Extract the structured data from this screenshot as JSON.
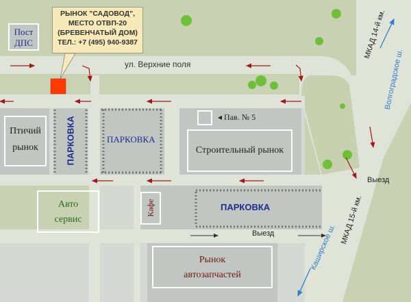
{
  "callout": {
    "line1": "РЫНОК \"САДОВОД\",",
    "line2": "МЕСТО ОТВП-20",
    "line3": "(БРЕВЕНЧАТЫЙ ДОМ)",
    "line4": "ТЕЛ.: +7 (495) 940-9387"
  },
  "labels": {
    "post_dps_1": "Пост",
    "post_dps_2": "ДПС",
    "street": "ул. Верхние поля",
    "ptichiy_1": "Птичий",
    "ptichiy_2": "рынок",
    "parking_vertical": "ПАРКОВКА",
    "parking_center": "ПАРКОВКА",
    "parking_bottom": "ПАРКОВКА",
    "pav5": "Пав. № 5",
    "stroy": "Строительный рынок",
    "auto_1": "Авто",
    "auto_2": "сервис",
    "cafe": "Кафе",
    "exit_bottom": "Выезд",
    "exit_right": "Выезд",
    "autoparts_1": "Рынок",
    "autoparts_2": "автозапчастей",
    "mkad14": "МКАД 14-й км.",
    "volgograd": "Волгоградское ш.",
    "mkad15": "МКАД 15-й км.",
    "kashira": "Каширское ш."
  },
  "colors": {
    "road": "#dfe3d8",
    "block": "#c2c6c2",
    "green": "#c7d1b0",
    "arrow": "#a01818",
    "marker": "#ff3a00",
    "callout_bg": "#f7e9b8",
    "blue_text": "#1c2e8c",
    "green_text": "#2b6b1e",
    "dark_red_text": "#6d1a10",
    "highway_text": "#2d7fc8"
  },
  "icons": [
    "location-marker",
    "tree-icon",
    "traffic-arrow"
  ]
}
